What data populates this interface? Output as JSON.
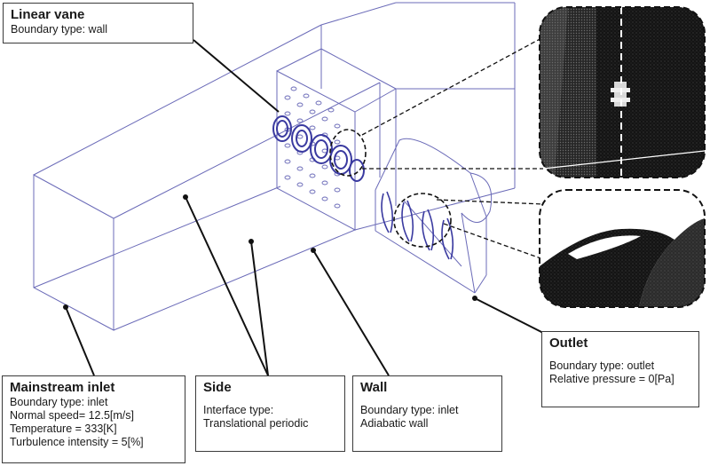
{
  "labels": {
    "linear_vane": {
      "title": "Linear vane",
      "lines": [
        "Boundary type: wall"
      ]
    },
    "mainstream_inlet": {
      "title": "Mainstream inlet",
      "lines": [
        "Boundary type: inlet",
        "Normal speed= 12.5[m/s]",
        "Temperature = 333[K]",
        "Turbulence intensity = 5[%]"
      ]
    },
    "side": {
      "title": "Side",
      "lines": [
        "Interface type:",
        "Translational periodic"
      ]
    },
    "wall": {
      "title": "Wall",
      "lines": [
        "Boundary type: inlet",
        "Adiabatic wall"
      ]
    },
    "outlet": {
      "title": "Outlet",
      "lines": [
        "Boundary type: outlet",
        "Relative pressure = 0[Pa]"
      ]
    }
  },
  "colors": {
    "domain_edges": "#6b6bb8",
    "vane": "#3a3aa0",
    "leader": "#111111",
    "mesh": "#121212"
  }
}
